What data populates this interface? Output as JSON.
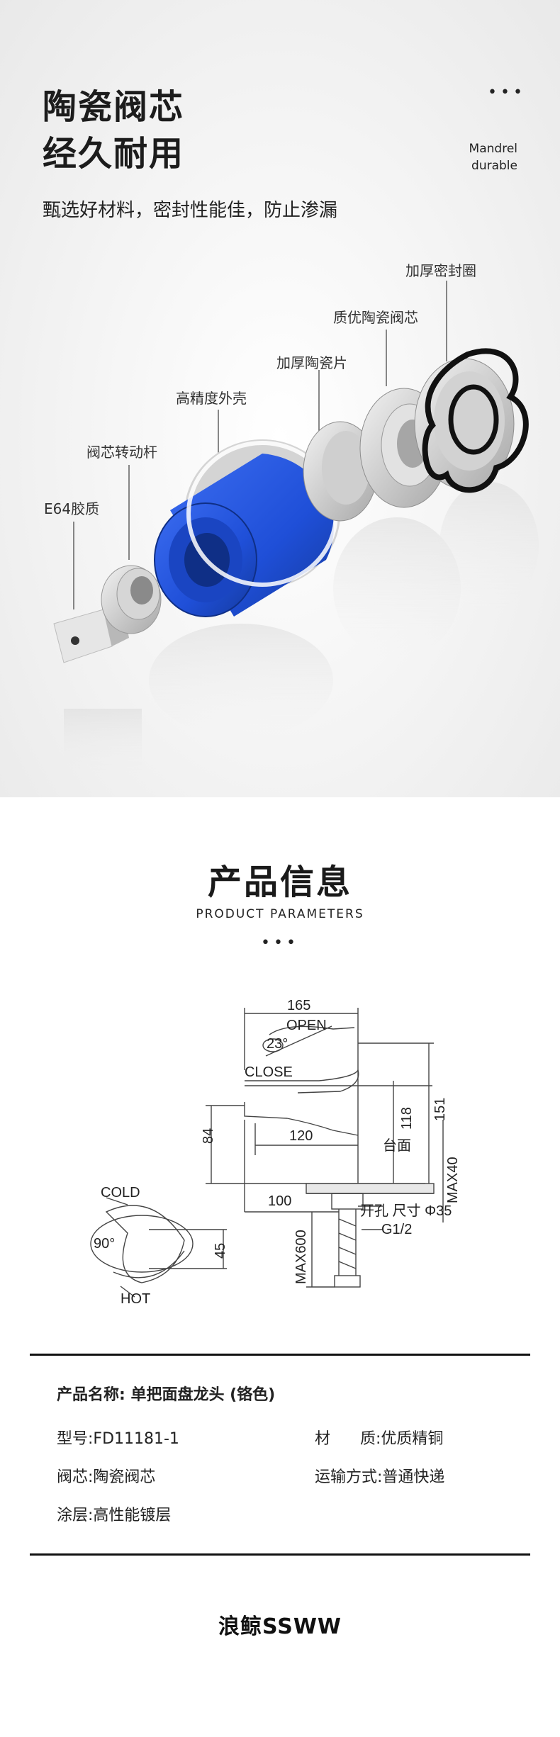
{
  "hero": {
    "title_line1": "陶瓷阀芯",
    "title_line2": "经久耐用",
    "menu_dots": "•••",
    "en_line1": "Mandrel",
    "en_line2": "durable",
    "subtitle": "甄选好材料，密封性能佳，防止渗漏",
    "parts": {
      "seal_ring": "加厚密封圈",
      "ceramic_core": "质优陶瓷阀芯",
      "ceramic_plate": "加厚陶瓷片",
      "outer_shell": "高精度外壳",
      "spindle": "阀芯转动杆",
      "e64": "E64胶质"
    },
    "colors": {
      "shell_blue": "#1f4fd8",
      "background": "#efefef"
    }
  },
  "info": {
    "title": "产品信息",
    "subtitle": "PRODUCT PARAMETERS",
    "dots": "•••"
  },
  "drawing": {
    "width_total": "165",
    "open": "OPEN",
    "angle_23": "23°",
    "close": "CLOSE",
    "height_84": "84",
    "reach_120": "120",
    "height_118": "118",
    "height_151": "151",
    "counter": "台面",
    "max40": "MAX40",
    "base_100": "100",
    "hole": "开孔 尺寸 Φ35",
    "thread": "G1/2",
    "max600": "MAX600",
    "cold": "COLD",
    "angle_90": "90°",
    "width_45": "45",
    "hot": "HOT"
  },
  "specs": {
    "name": "产品名称: 单把面盘龙头 (铬色)",
    "model": "型号:FD11181-1",
    "material": "材      质:优质精铜",
    "core": "阀芯:陶瓷阀芯",
    "shipping": "运输方式:普通快递",
    "coating": "涂层:高性能镀层"
  },
  "brand": "浪鲸SSWW"
}
